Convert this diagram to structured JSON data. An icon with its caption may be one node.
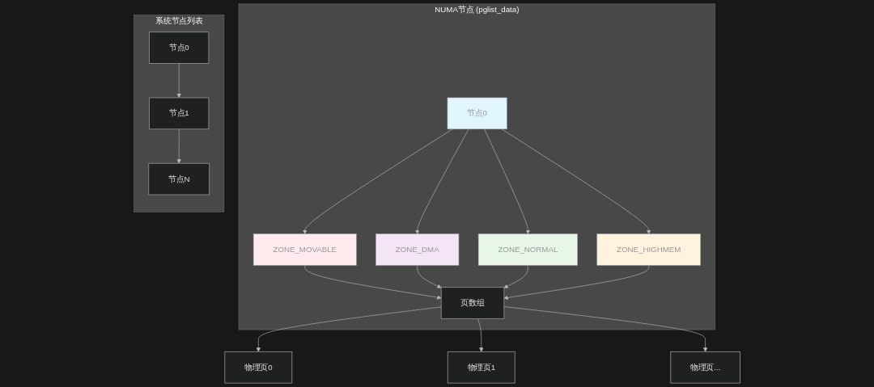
{
  "diagram": {
    "nodes": [
      {
        "text": [
          "系统节点列表"
        ]
      },
      {
        "text": [
          "节点0"
        ],
        "in": 0
      },
      {
        "text": [
          "节点1"
        ],
        "in": 0
      },
      {
        "text": [
          "节点N"
        ],
        "in": 0
      },
      {
        "text": [
          "NUMA节点 (pglist_data)"
        ]
      },
      {
        "text": [
          "节点0"
        ],
        "in": 4
      },
      {
        "text": [
          "ZONE_MOVABLE"
        ],
        "in": 4
      },
      {
        "text": [
          "ZONE_DMA"
        ],
        "in": 4
      },
      {
        "text": [
          "ZONE_NORMAL"
        ],
        "in": 4
      },
      {
        "text": [
          "ZONE_HIGHMEM"
        ],
        "in": 4
      },
      {
        "text": [
          "页数组"
        ],
        "in": 4
      },
      {
        "text": [
          "物理页0"
        ]
      },
      {
        "text": [
          "物理页1"
        ]
      },
      {
        "text": [
          "物理页..."
        ]
      }
    ],
    "edges": [
      {
        "from": 1,
        "to": 2,
        "arrow": "to"
      },
      {
        "from": 2,
        "to": 3,
        "arrow": "to"
      },
      {
        "from": 5,
        "to": 6,
        "arrow": "to"
      },
      {
        "from": 5,
        "to": 7,
        "arrow": "to"
      },
      {
        "from": 5,
        "to": 8,
        "arrow": "to"
      },
      {
        "from": 5,
        "to": 9,
        "arrow": "to"
      },
      {
        "from": 6,
        "to": 10,
        "arrow": "to"
      },
      {
        "from": 7,
        "to": 10,
        "arrow": "to"
      },
      {
        "from": 8,
        "to": 10,
        "arrow": "to"
      },
      {
        "from": 9,
        "to": 10,
        "arrow": "to"
      },
      {
        "from": 10,
        "to": 11,
        "arrow": "to"
      },
      {
        "from": 10,
        "to": 12,
        "arrow": "to"
      },
      {
        "from": 10,
        "to": 13,
        "arrow": "to"
      }
    ]
  }
}
